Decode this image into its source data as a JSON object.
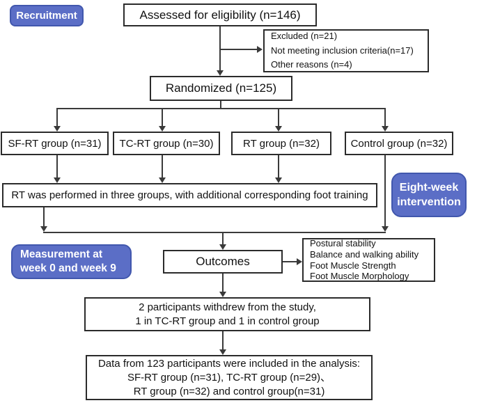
{
  "diagram": {
    "badges": {
      "recruitment": "Recruitment",
      "intervention": [
        "Eight-week",
        "intervention"
      ],
      "measurement": [
        "Measurement at",
        "week 0 and week 9"
      ]
    },
    "assessed": {
      "label": "Assessed for eligibility (n=146)"
    },
    "excluded": {
      "lines": [
        "Excluded (n=21)",
        "Not meeting inclusion criteria(n=17)",
        "Other reasons (n=4)"
      ]
    },
    "randomized": {
      "label": "Randomized (n=125)"
    },
    "groups": [
      "SF-RT group (n=31)",
      "TC-RT group (n=30)",
      "RT group (n=32)",
      "Control group (n=32)"
    ],
    "intervention_note": {
      "label": "RT was performed in three groups, with additional corresponding foot training"
    },
    "outcomes": {
      "label": "Outcomes",
      "measures": [
        "Postural stability",
        "Balance and walking ability",
        "Foot Muscle Strength",
        "Foot Muscle Morphology"
      ]
    },
    "withdrawal": {
      "lines": [
        "2 participants withdrew from the study,",
        "1 in TC-RT group and 1 in control group"
      ]
    },
    "analysis": {
      "lines": [
        "Data from 123 participants were included in the analysis:",
        "SF-RT group (n=31), TC-RT group (n=29)、",
        "RT group (n=32) and control group(n=31)"
      ]
    },
    "colors": {
      "badge_fill": "#5b6ec6",
      "badge_border": "#4157ad",
      "badge_text": "#ffffff",
      "box_fill": "#ffffff",
      "box_border": "#2b2b2b",
      "line": "#3a3a3a",
      "text": "#111111"
    }
  }
}
